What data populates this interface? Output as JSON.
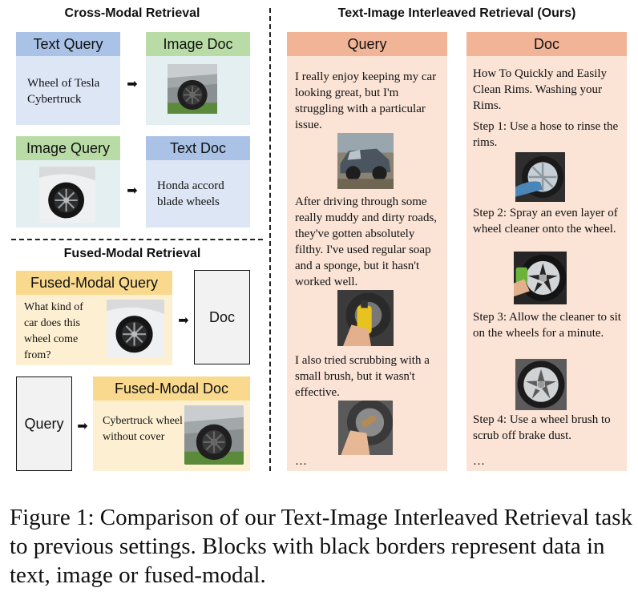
{
  "cross_modal": {
    "title": "Cross-Modal Retrieval",
    "text_query": {
      "header": "Text Query",
      "text": "Wheel of Tesla Cybertruck"
    },
    "image_doc": {
      "header": "Image Doc"
    },
    "image_query": {
      "header": "Image Query"
    },
    "text_doc": {
      "header": "Text Doc",
      "text": "Honda accord blade wheels"
    }
  },
  "fused_modal": {
    "title": "Fused-Modal Retrieval",
    "query": {
      "header": "Fused-Modal Query",
      "text": "What kind of car does this wheel come from?"
    },
    "doc_box": "Doc",
    "query_box": "Query",
    "doc": {
      "header": "Fused-Modal Doc",
      "text": "Cybertruck wheel without cover"
    }
  },
  "interleaved": {
    "title": "Text-Image Interleaved Retrieval (Ours)",
    "query": {
      "header": "Query",
      "para1": "I really enjoy keeping my car looking great, but I'm struggling with a particular issue.",
      "para2": "After driving through some really muddy and dirty roads, they've gotten absolutely filthy. I've used regular soap and a sponge, but it hasn't worked well.",
      "para3": "I also tried scrubbing with a small brush, but it wasn't effective.",
      "ellipsis": "…"
    },
    "doc": {
      "header": "Doc",
      "title": "How To Quickly and Easily Clean Rims. Washing your Rims.",
      "step1": "Step 1: Use a hose to rinse the rims.",
      "step2": "Step 2: Spray an even layer of wheel cleaner onto the wheel.",
      "step3": "Step 3: Allow the cleaner to sit on the wheels for a minute.",
      "step4": "Step 4: Use a wheel brush to scrub off brake dust.",
      "ellipsis": "…"
    }
  },
  "caption": "Figure 1: Comparison of our Text-Image Interleaved Retrieval task to previous settings. Blocks with black borders represent data in text, image or fused-modal.",
  "colors": {
    "blue_header": "#a9c2e6",
    "blue_body": "#dde6f4",
    "green_header": "#b9dca6",
    "green_body": "#e3eff0",
    "yellow_header": "#f9d98e",
    "yellow_body": "#fdf0d2",
    "peach_header": "#f2b497",
    "peach_body": "#fbe3d6",
    "gray_box": "#f2f2f2"
  }
}
